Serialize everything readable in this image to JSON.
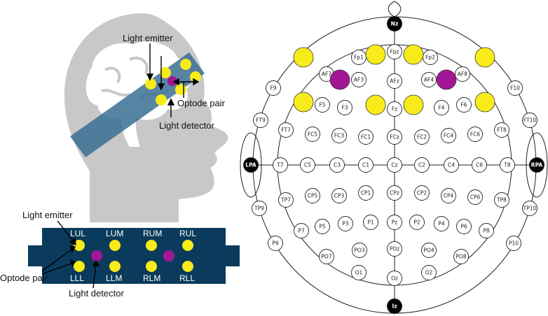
{
  "colors": {
    "emitter": "#f7ec1a",
    "detector": "#a31695",
    "head_gray": "#c8c8c8",
    "band": "#0b3b5c",
    "band_light": "#3b6f94",
    "landmark": "#000000"
  },
  "head_labels": {
    "light_emitter": "Light emitter",
    "optode_pair": "Optode pair",
    "light_detector": "Light detector"
  },
  "band_labels": {
    "light_emitter": "Light emitter",
    "optode_pair": "Optode pair",
    "light_detector": "Light detector",
    "positions": [
      "LUL",
      "LUM",
      "RUM",
      "RUL",
      "LLL",
      "LLM",
      "RLM",
      "RLL"
    ]
  },
  "eeg_electrodes": [
    "Nz",
    "Fpz",
    "Fp1",
    "Fp2",
    "AF7",
    "AF3",
    "AFz",
    "AF4",
    "AF8",
    "F9",
    "F10",
    "F5",
    "F3",
    "Fz",
    "F4",
    "F6",
    "FT9",
    "FT10",
    "FT7",
    "FC5",
    "FC3",
    "FC1",
    "FCz",
    "FC2",
    "FC4",
    "FC6",
    "FT8",
    "LPA",
    "RPA",
    "T7",
    "C5",
    "C3",
    "C1",
    "Cz",
    "C2",
    "C4",
    "C6",
    "T8",
    "TP9",
    "TP10",
    "TP7",
    "CP5",
    "CP3",
    "CP1",
    "CPz",
    "CP2",
    "CP4",
    "CP6",
    "TP8",
    "P9",
    "P10",
    "P7",
    "P5",
    "P3",
    "P1",
    "Pz",
    "P2",
    "P4",
    "P6",
    "P8",
    "PO7",
    "PO3",
    "POz",
    "PO4",
    "PO8",
    "O1",
    "Oz",
    "O2",
    "Iz"
  ],
  "emitter_sites": [
    "left-upper-lateral",
    "left-upper-medial",
    "right-upper-medial",
    "right-upper-lateral",
    "left-lower-lateral",
    "left-lower-medial",
    "right-lower-medial",
    "right-lower-lateral"
  ],
  "detector_sites": [
    "left",
    "right"
  ]
}
